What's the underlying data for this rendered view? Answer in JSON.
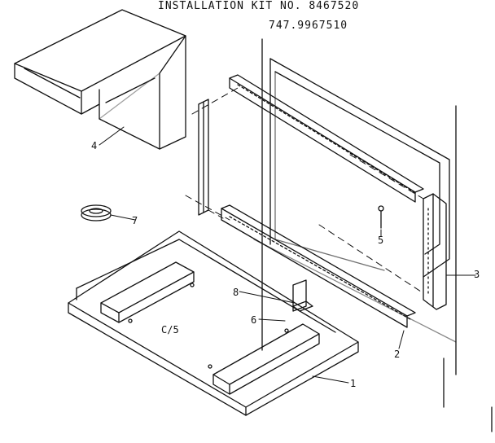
{
  "header": {
    "kit_title": "INSTALLATION KIT NO. 8467520",
    "model_number": "747.9967510"
  },
  "callouts": {
    "part_1": "1",
    "part_2": "2",
    "part_3": "3",
    "part_4": "4",
    "part_5": "5",
    "part_6": "6",
    "part_7": "7",
    "part_8": "8",
    "base_note": "C/5"
  },
  "colors": {
    "line": "#111111",
    "background": "#ffffff"
  }
}
